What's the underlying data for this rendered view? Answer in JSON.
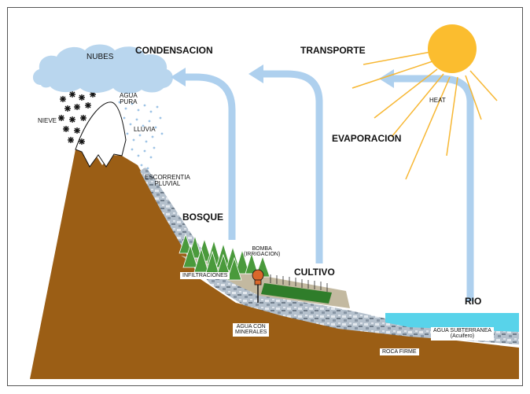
{
  "labels": {
    "nubes": "NUBES",
    "condensacion": "CONDENSACION",
    "transporte": "TRANSPORTE",
    "evaporacion": "EVAPORACION",
    "heat": "HEAT",
    "agua_pura": "AGUA\nPURA",
    "lluvia": "LLUVIA",
    "nieve": "NIEVE",
    "escorrentia": "ESCORRENTIA\nPLUVIAL",
    "bosque": "BOSQUE",
    "bomba": "BOMBA\n(IRRIGACION)",
    "cultivo": "CULTIVO",
    "infiltraciones": "INFILTRACIONES",
    "rio": "RIO",
    "agua_minerales": "AGUA CON\nMINERALES",
    "agua_subterranea": "AGUA SUBTERRANEA",
    "acuifero": "(Acuifero)",
    "roca_firme": "ROCA FIRME"
  },
  "colors": {
    "mountain": "#9b5e15",
    "snow": "#ffffff",
    "cloud": "#b9d6ee",
    "arrow": "#aed0ee",
    "sun": "#fbbd2f",
    "sun_rays": "#f7b733",
    "rain": "#9ec4e6",
    "trees": "#4a9a3c",
    "field": "#2f7d2a",
    "ground_layer": "#c3b9a0",
    "river": "#58d3ea",
    "pump": "#d9672b",
    "aquifer": "#a9b8c8"
  }
}
